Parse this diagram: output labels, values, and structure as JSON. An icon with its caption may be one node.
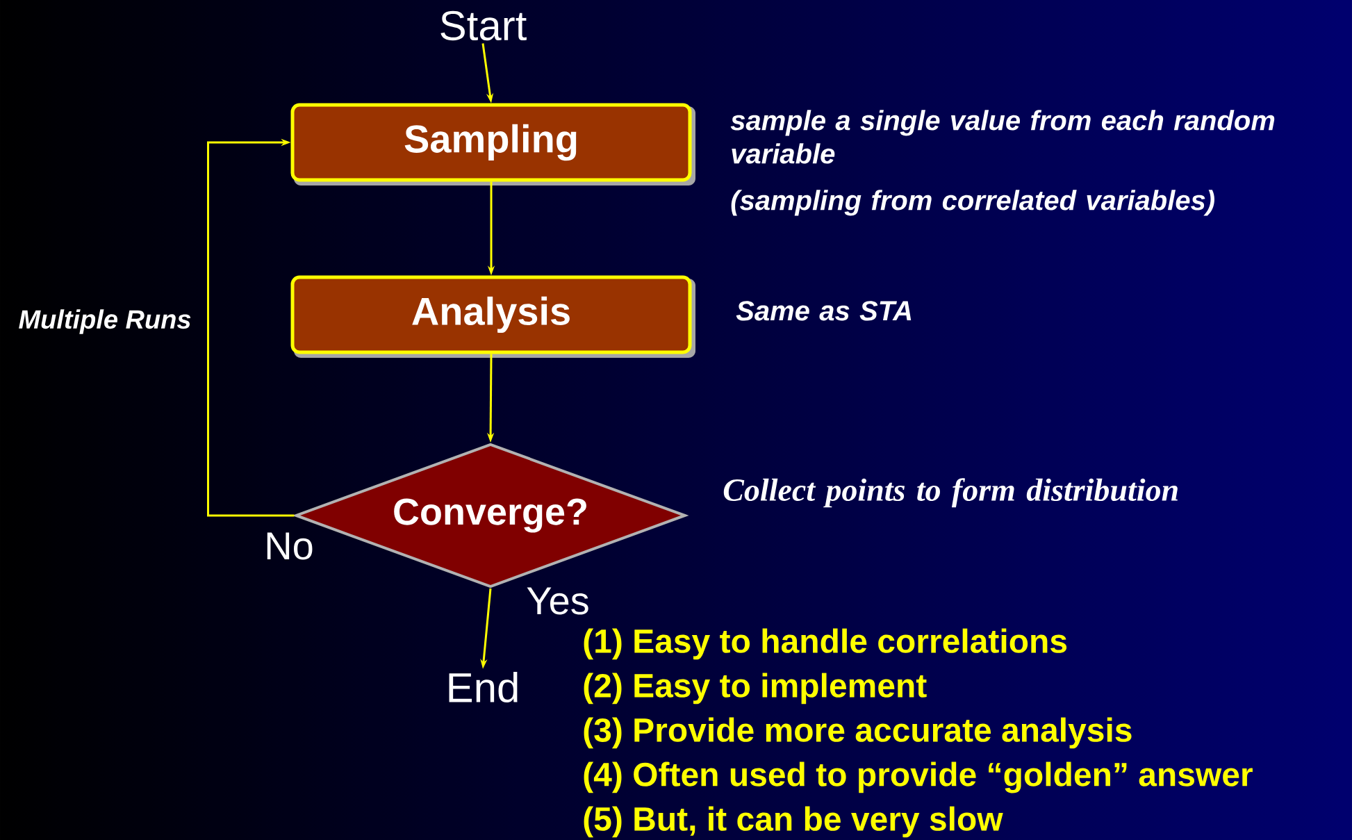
{
  "diagram": {
    "nodes": [
      {
        "text": [
          "Start"
        ]
      },
      {
        "text": [
          "Sampling"
        ],
        "beside": [
          "sample a single value from each random variable",
          "(sampling from correlated variables)"
        ]
      },
      {
        "text": [
          "Analysis"
        ],
        "beside": [
          "Same as STA"
        ]
      },
      {
        "text": [
          "Converge?"
        ],
        "beside": [
          "Collect points to form distribution"
        ]
      },
      {
        "text": [
          "End"
        ]
      }
    ],
    "edges": [
      {
        "from": 0,
        "to": 1,
        "arrow": "to"
      },
      {
        "from": 1,
        "to": 2,
        "arrow": "to"
      },
      {
        "from": 2,
        "to": 3,
        "arrow": "to"
      },
      {
        "from": 3,
        "to": 4,
        "arrow": "to",
        "label": "Yes"
      },
      {
        "from": 3,
        "to": 1,
        "arrow": "to",
        "label": "No"
      }
    ],
    "labels": [
      "Multiple Runs",
      "(1) Easy to handle correlations",
      "(2) Easy to implement",
      "(3) Provide more accurate analysis",
      "(4) Often used to provide “golden” answer",
      "(5) But, it can be very slow"
    ]
  }
}
